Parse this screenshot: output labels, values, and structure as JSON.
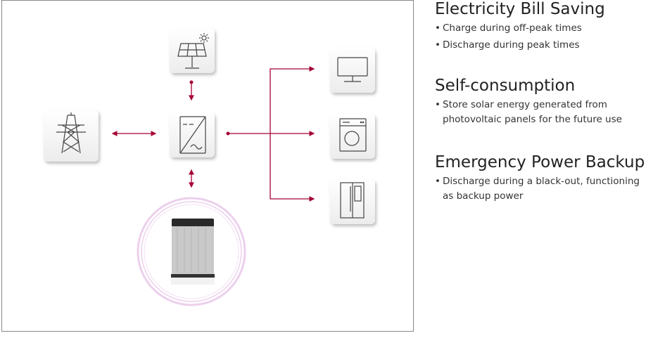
{
  "sections": [
    {
      "title": "Electricity Bill Saving",
      "bullets": [
        "Charge during off-peak times",
        "Discharge during peak times"
      ]
    },
    {
      "title": "Self-consumption",
      "bullets": [
        "Store solar energy generated from photovoltaic panels for the future use"
      ]
    },
    {
      "title": "Emergency Power Backup",
      "bullets": [
        "Discharge during a black-out, functioning as backup power"
      ]
    }
  ],
  "colors": {
    "flow": "#a50034",
    "icon": "#444444",
    "ring": "#e8c8e8"
  }
}
